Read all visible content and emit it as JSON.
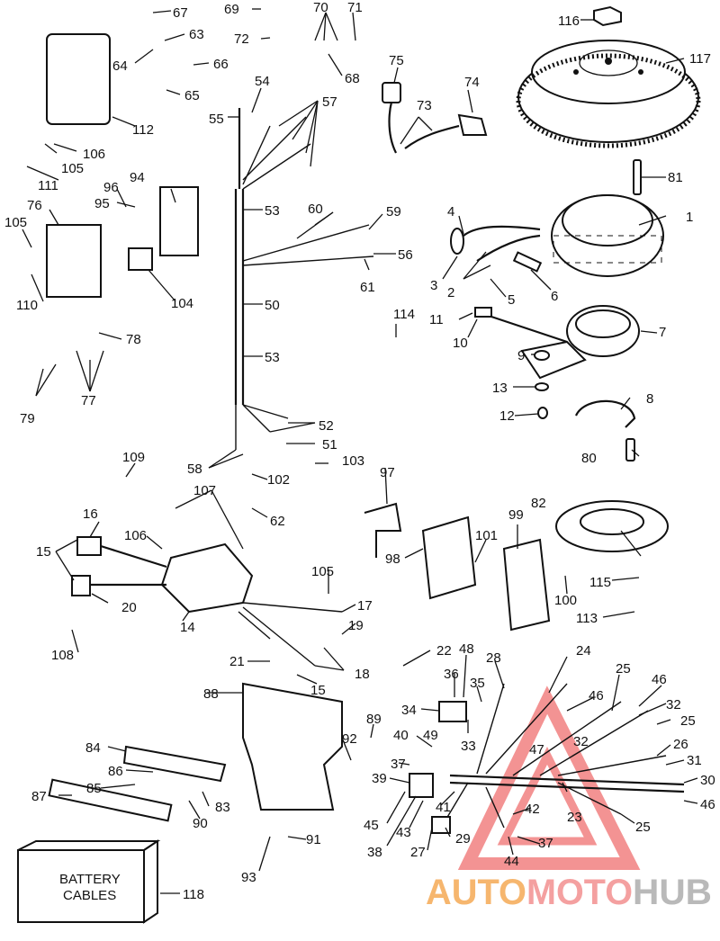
{
  "diagram": {
    "callouts": [
      "1",
      "2",
      "3",
      "4",
      "5",
      "6",
      "7",
      "8",
      "9",
      "10",
      "11",
      "12",
      "13",
      "14",
      "15",
      "16",
      "17",
      "18",
      "19",
      "20",
      "21",
      "22",
      "23",
      "24",
      "25",
      "26",
      "27",
      "28",
      "29",
      "30",
      "31",
      "32",
      "33",
      "34",
      "35",
      "36",
      "37",
      "38",
      "39",
      "40",
      "41",
      "42",
      "43",
      "44",
      "45",
      "46",
      "47",
      "48",
      "49",
      "50",
      "51",
      "52",
      "53",
      "54",
      "55",
      "56",
      "57",
      "58",
      "59",
      "60",
      "61",
      "62",
      "63",
      "64",
      "65",
      "66",
      "67",
      "68",
      "69",
      "70",
      "71",
      "72",
      "73",
      "74",
      "75",
      "76",
      "77",
      "78",
      "79",
      "80",
      "81",
      "82",
      "83",
      "84",
      "85",
      "86",
      "87",
      "88",
      "89",
      "90",
      "91",
      "92",
      "93",
      "94",
      "95",
      "96",
      "97",
      "98",
      "99",
      "100",
      "101",
      "102",
      "103",
      "104",
      "105",
      "106",
      "107",
      "108",
      "109",
      "110",
      "111",
      "112",
      "113",
      "114",
      "115",
      "116",
      "117",
      "118"
    ],
    "battery_box": {
      "line1": "BATTERY",
      "line2": "CABLES"
    }
  },
  "watermark": {
    "part1": "AUTO",
    "part2": "MOTO",
    "part3": "HUB",
    "colors": {
      "auto": "#f6b66e",
      "moto": "#f4a0a0",
      "hub": "#b9b9b9",
      "triangle": "#f07070"
    }
  }
}
